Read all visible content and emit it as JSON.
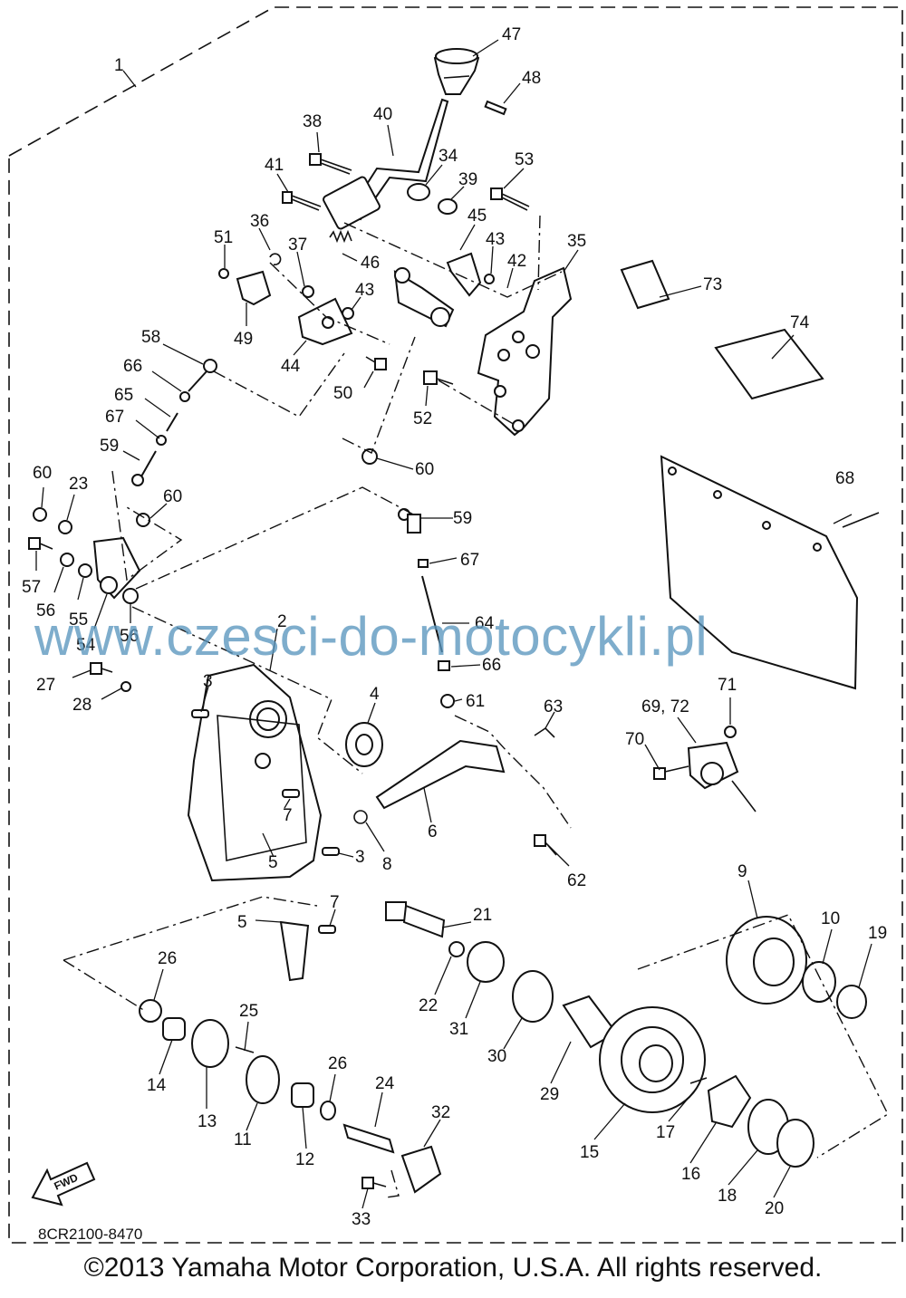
{
  "diagram": {
    "watermark": "www.czesci-do-motocykli.pl",
    "diagram_code": "8CR2100-8470",
    "copyright": "©2013 Yamaha Motor Corporation, U.S.A. All rights reserved.",
    "fwd_label": "FWD",
    "callouts": [
      "1",
      "2",
      "3",
      "3",
      "4",
      "5",
      "5",
      "6",
      "7",
      "7",
      "8",
      "9",
      "10",
      "11",
      "12",
      "13",
      "14",
      "15",
      "16",
      "17",
      "18",
      "19",
      "20",
      "21",
      "22",
      "23",
      "24",
      "25",
      "26",
      "26",
      "27",
      "28",
      "29",
      "30",
      "31",
      "32",
      "33",
      "34",
      "35",
      "36",
      "37",
      "38",
      "39",
      "40",
      "41",
      "42",
      "43",
      "43",
      "44",
      "45",
      "46",
      "47",
      "48",
      "49",
      "50",
      "51",
      "52",
      "53",
      "54",
      "55",
      "56",
      "56",
      "57",
      "58",
      "59",
      "59",
      "60",
      "60",
      "60",
      "61",
      "62",
      "63",
      "64",
      "65",
      "66",
      "66",
      "67",
      "67",
      "68",
      "69, 72",
      "70",
      "71",
      "73",
      "74"
    ]
  }
}
